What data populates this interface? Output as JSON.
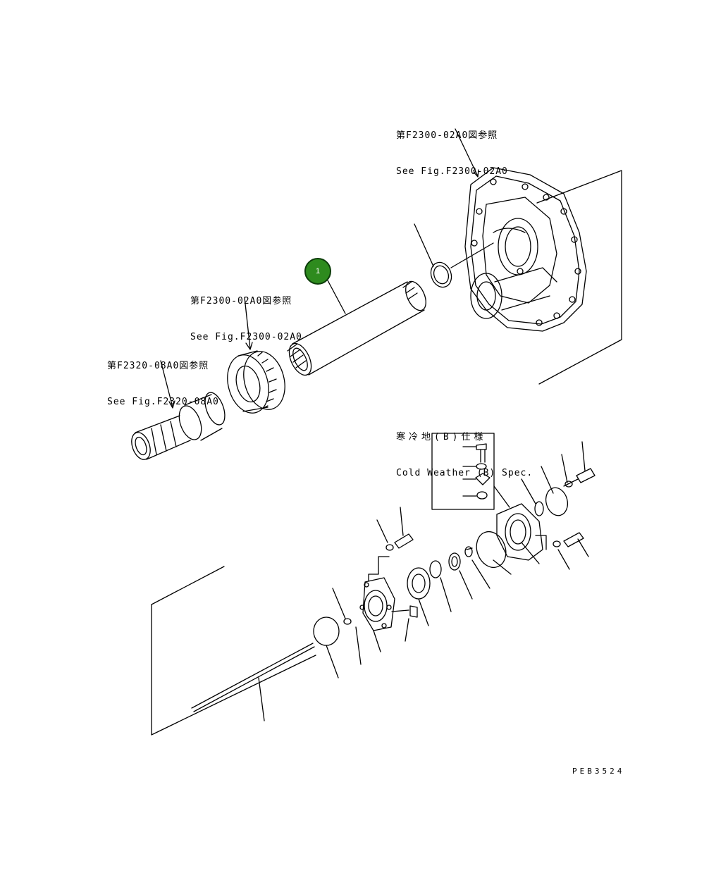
{
  "labels": {
    "housing": {
      "jp": "第F2300-02A0図参照",
      "en": "See Fig.F2300-02A0"
    },
    "gear": {
      "jp": "第F2300-02A0図参照",
      "en": "See Fig.F2300-02A0"
    },
    "yoke": {
      "jp": "第F2320-08A0図参照",
      "en": "See Fig.F2320-08A0"
    },
    "cold_weather": {
      "jp": "寒冷地(B)仕様",
      "en": "Cold Weather (B) Spec."
    }
  },
  "drawing_code": "PEB3524",
  "callouts": [
    {
      "number": "1",
      "color": "#2e8b1e"
    }
  ]
}
